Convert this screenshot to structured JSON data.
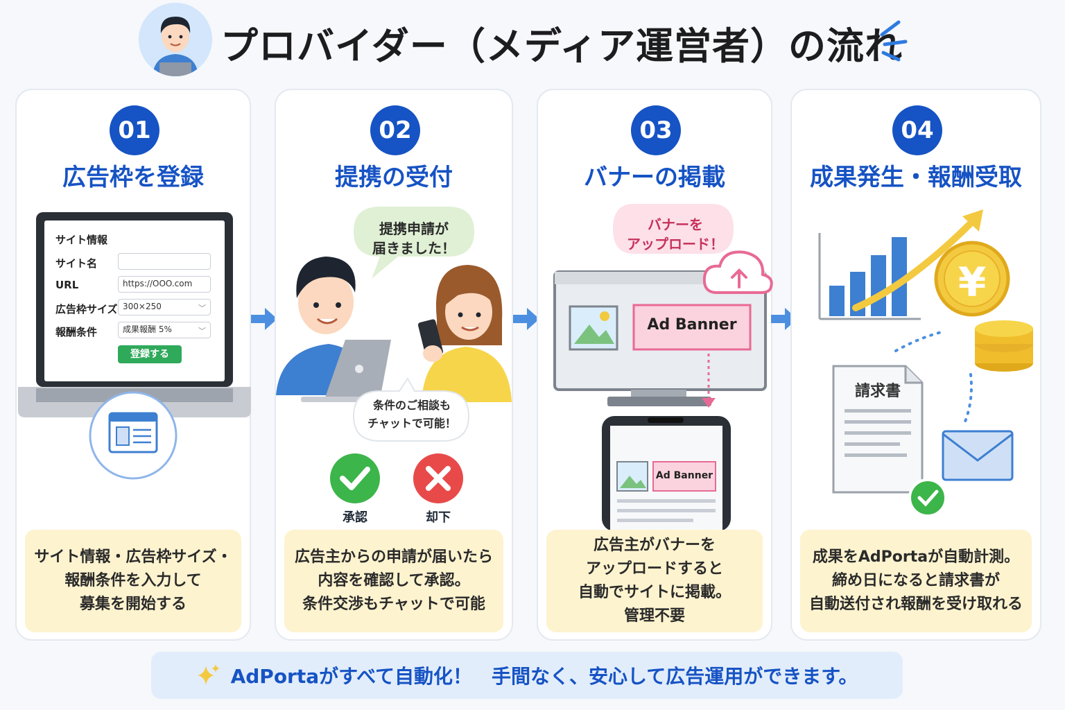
{
  "header": {
    "title": "プロバイダー（メディア運営者）の流れ"
  },
  "steps": [
    {
      "number": "01",
      "title": "広告枠を登録",
      "desc": [
        "サイト情報・広告枠サイズ・",
        "報酬条件を入力して",
        "募集を開始する"
      ],
      "form": {
        "heading": "サイト情報",
        "site_name_label": "サイト名",
        "site_name_value": "",
        "url_label": "URL",
        "url_value": "https://OOO.com",
        "size_label": "広告枠サイズ",
        "size_value": "300×250",
        "reward_label": "報酬条件",
        "reward_value": "成果報酬 5%",
        "submit_label": "登録する"
      }
    },
    {
      "number": "02",
      "title": "提携の受付",
      "desc": [
        "広告主からの申請が届いたら",
        "内容を確認して承認。",
        "条件交渉もチャットで可能"
      ],
      "bubble_request": [
        "提携申請が",
        "届きました！"
      ],
      "bubble_chat": [
        "条件のご相談も",
        "チャットで可能！"
      ],
      "approve_label": "承認",
      "reject_label": "却下"
    },
    {
      "number": "03",
      "title": "バナーの掲載",
      "desc": [
        "広告主がバナーを",
        "アップロードすると",
        "自動でサイトに掲載。",
        "管理不要"
      ],
      "bubble_upload": [
        "バナーを",
        "アップロード！"
      ],
      "banner_label": "Ad Banner",
      "phone_banner_label": "Ad Banner"
    },
    {
      "number": "04",
      "title": "成果発生・報酬受取",
      "desc": [
        "成果をAdPortaが自動計測。",
        "締め日になると請求書が",
        "自動送付され報酬を受け取れる"
      ],
      "invoice_label": "請求書",
      "yen_symbol": "¥"
    }
  ],
  "footer": {
    "text": "AdPortaがすべて自動化！　手間なく、安心して広告運用ができます。"
  },
  "colors": {
    "primary": "#1653c4",
    "desc_bg": "#fdf3cf",
    "approve": "#3cb54a",
    "reject": "#e84a4a",
    "banner_pink": "#fbd3df"
  }
}
